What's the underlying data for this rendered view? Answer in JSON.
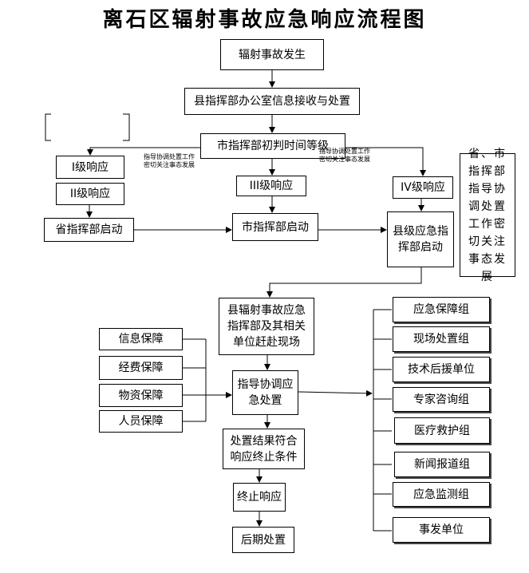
{
  "title": "离石区辐射事故应急响应流程图",
  "nodes": {
    "accident": "辐射事故发生",
    "county_office": "县指挥部办公室信息接收与处置",
    "city_judge": "市指挥部初判时间等级",
    "level1": "I级响应",
    "level2": "II级响应",
    "level3": "III级响应",
    "level4": "IV级响应",
    "province_start": "省指挥部启动",
    "city_start": "市指挥部启动",
    "county_start": "县级应急指挥部启动",
    "province_city_note": "省、市指挥部指导协调处置工作密切关注事态发展",
    "county_hq_go": "县辐射事故应急指挥部及其相关单位赶赴现场",
    "guide_handle": "指导协调应急处置",
    "result_ok": "处置结果符合响应终止条件",
    "terminate": "终止响应",
    "aftermath": "后期处置"
  },
  "notes": {
    "left": "指导协调处置工作\n密切关注事态发展",
    "right": "指导协调处置工作\n密切关注事态发展"
  },
  "support": [
    "信息保障",
    "经费保障",
    "物资保障",
    "人员保障"
  ],
  "groups": [
    "应急保障组",
    "现场处置组",
    "技术后援单位",
    "专家咨询组",
    "医疗救护组",
    "新闻报道组",
    "应急监测组",
    "事发单位"
  ]
}
